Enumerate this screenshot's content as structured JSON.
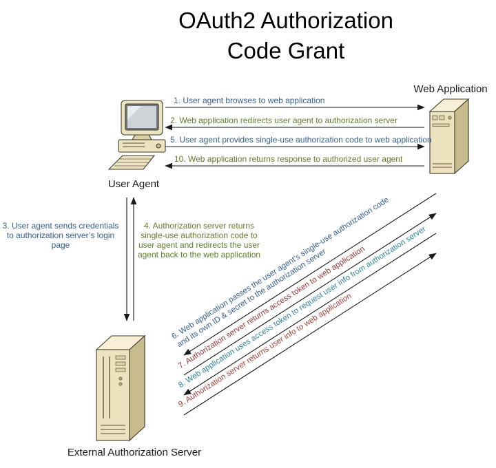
{
  "title": {
    "line1": "OAuth2 Authorization",
    "line2": "Code Grant"
  },
  "nodes": {
    "user_agent": {
      "label": "User Agent",
      "icon": "desktop-computer-icon"
    },
    "web_application": {
      "label": "Web Application",
      "icon": "server-tower-icon"
    },
    "external_authorization_server": {
      "label": "External Authorization Server",
      "icon": "server-tower-icon"
    }
  },
  "messages": {
    "m1": "1. User agent browses to web application",
    "m2": "2. Web application redirects user agent to authorization server",
    "m3": "3. User agent sends credentials to authorization server’s login page",
    "m4": "4. Authorization server returns single-use authorization code to user agent and redirects the user agent back to the web application",
    "m5": "5. User agent provides single-use authorization code to web application",
    "m6": "6. Web application passes the user agent’s single-use authorization code and its own ID & secret to the authorization server",
    "m7": "7. Authorization server returns access token to web application",
    "m8": "8. Web application uses access token to request user info from authorization server",
    "m9": "9. Authorization server returns user info to web application",
    "m10": "10. Web application returns response to authorized user agent"
  },
  "colors": {
    "message_blue": "#376092",
    "message_green": "#5F7D2C",
    "message_dark_red": "#953735",
    "message_red": "#A8423A",
    "message_teal": "#31859C",
    "arrow_black": "#1A1A1A",
    "tower_front_beige": "#EDE4BF",
    "tower_top_beige": "#F7F0D7",
    "tower_side_tan": "#C8BB8D",
    "title_black": "#000000"
  }
}
